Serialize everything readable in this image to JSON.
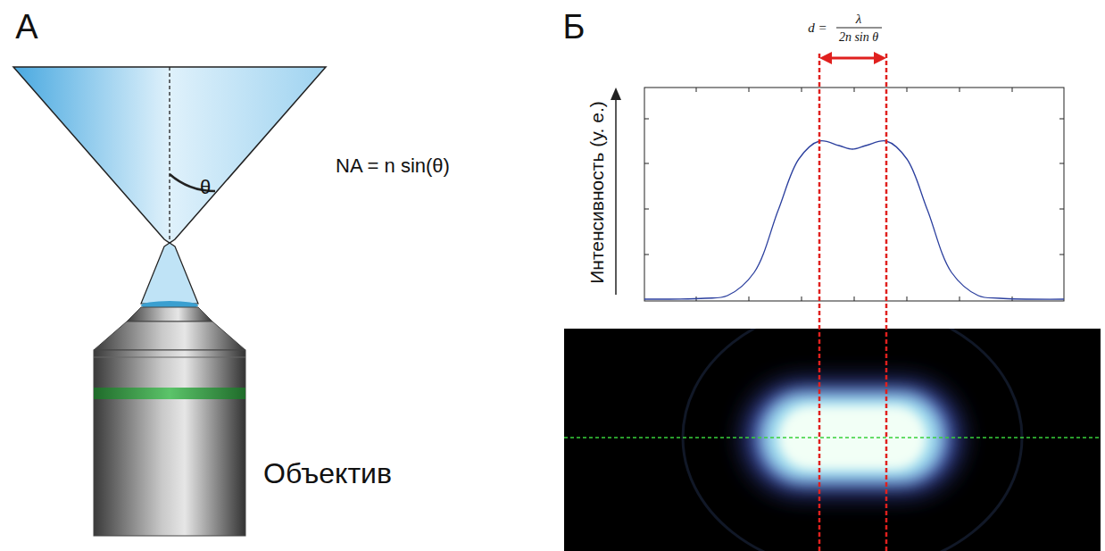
{
  "diagram": {
    "labels": [
      "А",
      "θ",
      "NA = n sin(θ)",
      "Объектив",
      "Б",
      "d =",
      "λ",
      "2n sin θ",
      "Интенсивность (у. е.)"
    ]
  }
}
